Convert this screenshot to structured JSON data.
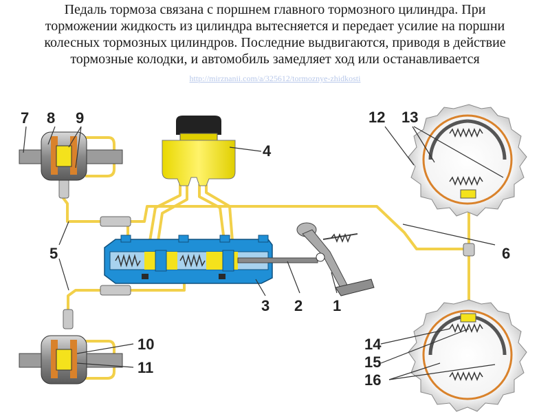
{
  "caption": {
    "lines": [
      "Педаль тормоза связана с поршнем главного тормозного цилиндра. При",
      "торможении жидкость из цилиндра вытесняется и передает усилие на поршни",
      "колесных тормозных цилиндров. Последние выдвигаются, приводя в действие",
      "тормозные колодки, и автомобиль замедляет ход или останавливается"
    ],
    "source_link": "http://mirznanii.com/a/325612/tormoznye-zhidkosti"
  },
  "labels": {
    "l1": "1",
    "l2": "2",
    "l3": "3",
    "l4": "4",
    "l5": "5",
    "l6": "6",
    "l7": "7",
    "l8": "8",
    "l9": "9",
    "l10": "10",
    "l11": "11",
    "l12": "12",
    "l13": "13",
    "l14": "14",
    "l15": "15",
    "l16": "16"
  },
  "colors": {
    "pipe": "#f2d04a",
    "fluid": "#f4e21c",
    "cylinder_body": "#1f8fd6",
    "caliper": "#8a8a8a",
    "drum": "#9a9a9a",
    "lining": "#d9822b"
  }
}
